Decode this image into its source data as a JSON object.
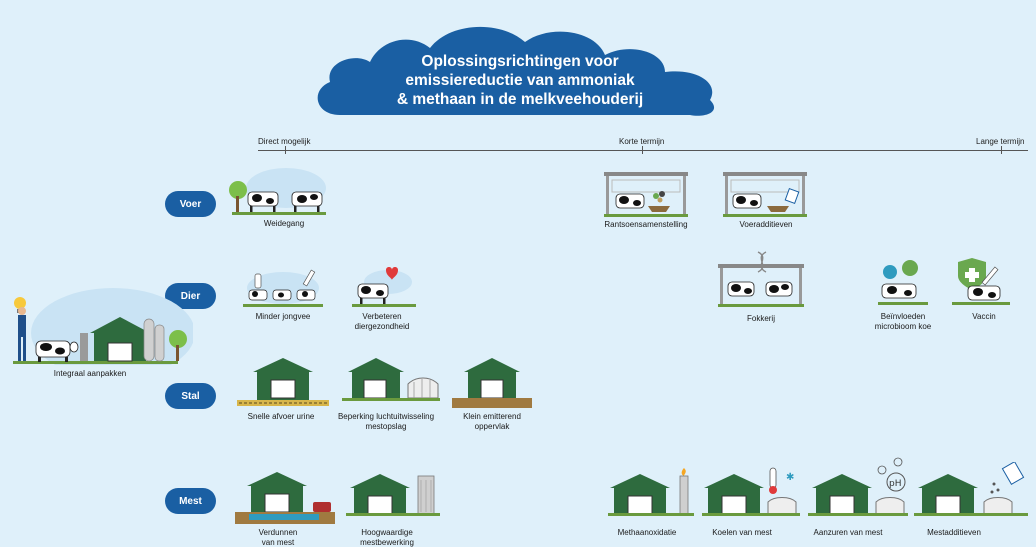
{
  "title": {
    "line1": "Oplossingsrichtingen voor",
    "line2": "emissiereductie van ammoniak",
    "line3": "& methaan in de melkveehouderij"
  },
  "timeline": {
    "start": "Direct mogelijk",
    "mid": "Korte termijn",
    "end": "Lange termijn"
  },
  "categories": {
    "voer": "Voer",
    "dier": "Dier",
    "stal": "Stal",
    "mest": "Mest"
  },
  "integraal": "Integraal aanpakken",
  "items": {
    "weidegang": "Weidegang",
    "rantsoen": "Rantsoensamenstelling",
    "voeradditieven": "Voeradditieven",
    "minder_jongvee": "Minder jongvee",
    "diergezondheid_1": "Verbeteren",
    "diergezondheid_2": "diergezondheid",
    "fokkerij": "Fokkerij",
    "microbioom_1": "Beïnvloeden",
    "microbioom_2": "microbioom koe",
    "vaccin": "Vaccin",
    "urine": "Snelle afvoer urine",
    "lucht_1": "Beperking luchtuitwisseling",
    "lucht_2": "mestopslag",
    "opp_1": "Klein emitterend",
    "opp_2": "oppervlak",
    "verdunnen_1": "Verdunnen",
    "verdunnen_2": "van mest",
    "hoogwaardig_1": "Hoogwaardige",
    "hoogwaardig_2": "mestbewerking",
    "methaanoxidatie": "Methaanoxidatie",
    "koelen": "Koelen van mest",
    "aanzuren": "Aanzuren van mest",
    "mestadditieven": "Mestadditieven",
    "ph_label": "pH"
  },
  "colors": {
    "background": "#dff0fa",
    "cloud": "#1a5fa3",
    "barn_green": "#2e6b3e",
    "pill": "#1a5fa3"
  }
}
